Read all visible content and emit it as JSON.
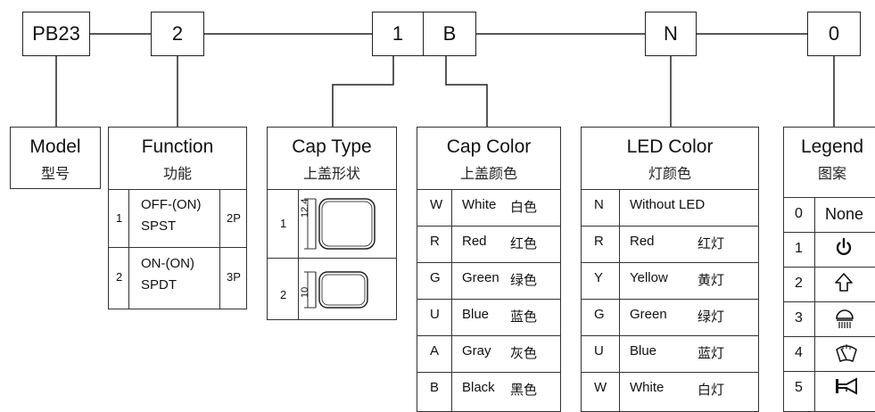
{
  "codes": [
    "PB23",
    "2",
    "1",
    "B",
    "N",
    "0"
  ],
  "model": {
    "title": "Model",
    "subtitle": "型号"
  },
  "function": {
    "title": "Function",
    "subtitle": "功能",
    "rows": [
      {
        "code": "1",
        "line1": "OFF-(ON)",
        "line2": "SPST",
        "pole": "2P"
      },
      {
        "code": "2",
        "line1": "ON-(ON)",
        "line2": "SPDT",
        "pole": "3P"
      }
    ]
  },
  "cap_type": {
    "title": "Cap  Type",
    "subtitle": "上盖形状",
    "rows": [
      {
        "code": "1",
        "dim": "12.4"
      },
      {
        "code": "2",
        "dim": "10"
      }
    ]
  },
  "cap_color": {
    "title": "Cap Color",
    "subtitle": "上盖颜色",
    "rows": [
      {
        "code": "W",
        "name": "White",
        "cn": "白色"
      },
      {
        "code": "R",
        "name": "Red",
        "cn": "红色"
      },
      {
        "code": "G",
        "name": "Green",
        "cn": "绿色"
      },
      {
        "code": "U",
        "name": "Blue",
        "cn": "蓝色"
      },
      {
        "code": "A",
        "name": "Gray",
        "cn": "灰色"
      },
      {
        "code": "B",
        "name": "Black",
        "cn": "黑色"
      }
    ]
  },
  "led_color": {
    "title": "LED Color",
    "subtitle": "灯颜色",
    "rows": [
      {
        "code": "N",
        "name": "Without LED",
        "cn": ""
      },
      {
        "code": "R",
        "name": "Red",
        "cn": "红灯"
      },
      {
        "code": "Y",
        "name": "Yellow",
        "cn": "黄灯"
      },
      {
        "code": "G",
        "name": "Green",
        "cn": "绿灯"
      },
      {
        "code": "U",
        "name": "Blue",
        "cn": "蓝灯"
      },
      {
        "code": "W",
        "name": "White",
        "cn": "白灯"
      }
    ]
  },
  "legend": {
    "title": "Legend",
    "subtitle": "图案",
    "rows": [
      {
        "code": "0",
        "label": "None",
        "icon": "none"
      },
      {
        "code": "1",
        "label": "",
        "icon": "power-icon"
      },
      {
        "code": "2",
        "label": "",
        "icon": "up-arrow-icon"
      },
      {
        "code": "3",
        "label": "",
        "icon": "dome-light-icon"
      },
      {
        "code": "4",
        "label": "",
        "icon": "wiper-icon"
      },
      {
        "code": "5",
        "label": "",
        "icon": "horn-icon"
      }
    ]
  }
}
